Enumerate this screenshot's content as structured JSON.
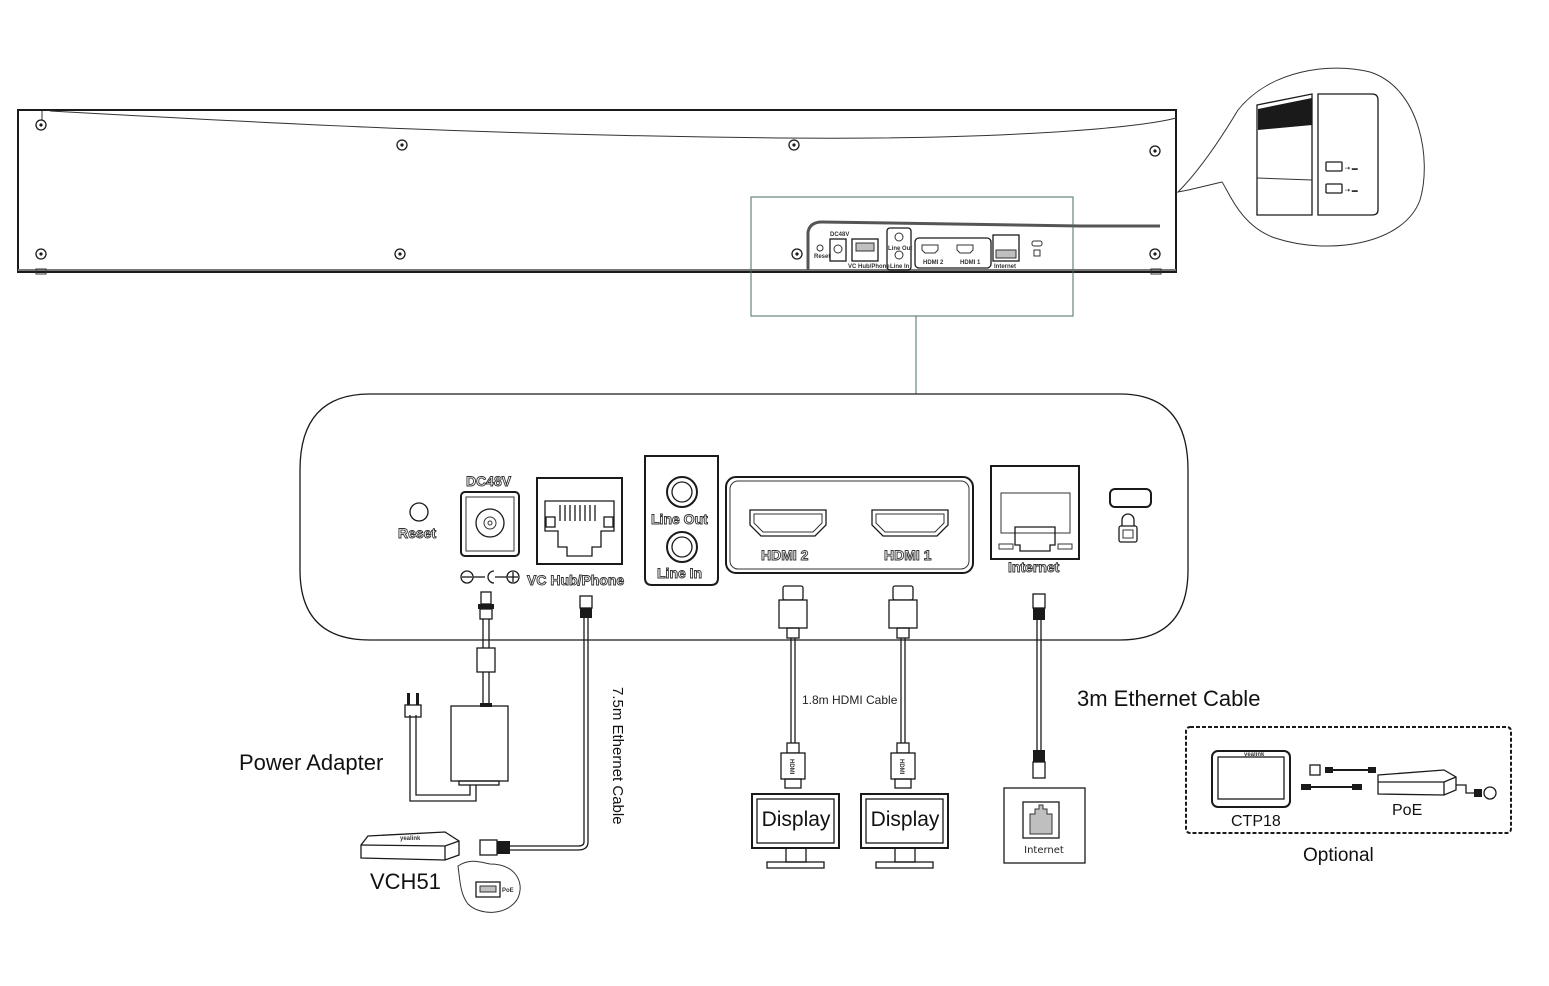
{
  "device": {
    "name": "Video conferencing bar (rear view)",
    "zoom_inset": "Side USB ports detail"
  },
  "rear_panel": {
    "reset_label": "Reset",
    "dc_label": "DC48V",
    "polarity_label": "⊖-C-⊕",
    "vc_hub_label": "VC Hub/Phone",
    "line_out_label": "Line Out",
    "line_in_label": "Line In",
    "hdmi2_label": "HDMI 2",
    "hdmi1_label": "HDMI 1",
    "internet_label": "Internet",
    "lock_label": "Security lock"
  },
  "mini_panel": {
    "reset": "Reset",
    "dc": "DC48V",
    "vc": "VC Hub/Phone",
    "line_out": "Line Out",
    "line_in": "Line In",
    "hdmi2": "HDMI 2",
    "hdmi1": "HDMI 1",
    "internet": "Internet"
  },
  "cables": {
    "ethernet_75": "7.5m Ethernet Cable",
    "hdmi_18": "1.8m HDMI Cable",
    "ethernet_3": "3m Ethernet Cable",
    "hdmi_plug_mark": "HDMI"
  },
  "peripherals": {
    "power_adapter": "Power Adapter",
    "vch51": "VCH51",
    "vch51_poe_port": "PoE",
    "display_1": "Display",
    "display_2": "Display",
    "wall_jack": "Internet"
  },
  "optional": {
    "title": "Optional",
    "ctp18": "CTP18",
    "poe": "PoE"
  }
}
